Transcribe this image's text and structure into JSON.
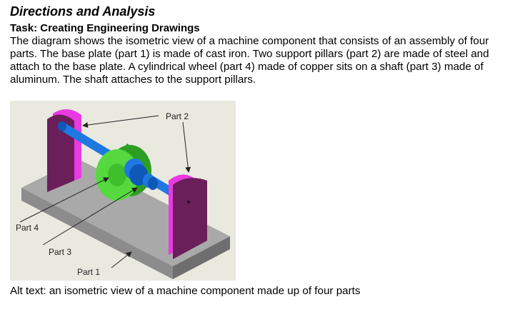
{
  "heading": "Directions and Analysis",
  "task_title": "Task: Creating Engineering Drawings",
  "description": "The diagram shows the isometric view of a machine component that consists of an assembly of four parts. The base plate (part 1) is made of cast iron. Two support pillars (part 2) are made of steel and attach to the base plate. A cylindrical wheel (part 4) made of copper sits on a shaft (part 3) made of aluminum. The shaft attaches to the support pillars.",
  "figure": {
    "labels": {
      "part2": "Part 2",
      "part4": "Part 4",
      "part3": "Part 3",
      "part1": "Part 1"
    },
    "colors": {
      "background": "#e9e9e0",
      "base_plate": "#a6a6a6",
      "pillars": "#6b1f5a",
      "pillar_edges": "#e83ae0",
      "shaft": "#1f78e0",
      "wheel": "#55d93f"
    }
  },
  "alt_text": "Alt text: an isometric view of a machine component made up of four parts"
}
